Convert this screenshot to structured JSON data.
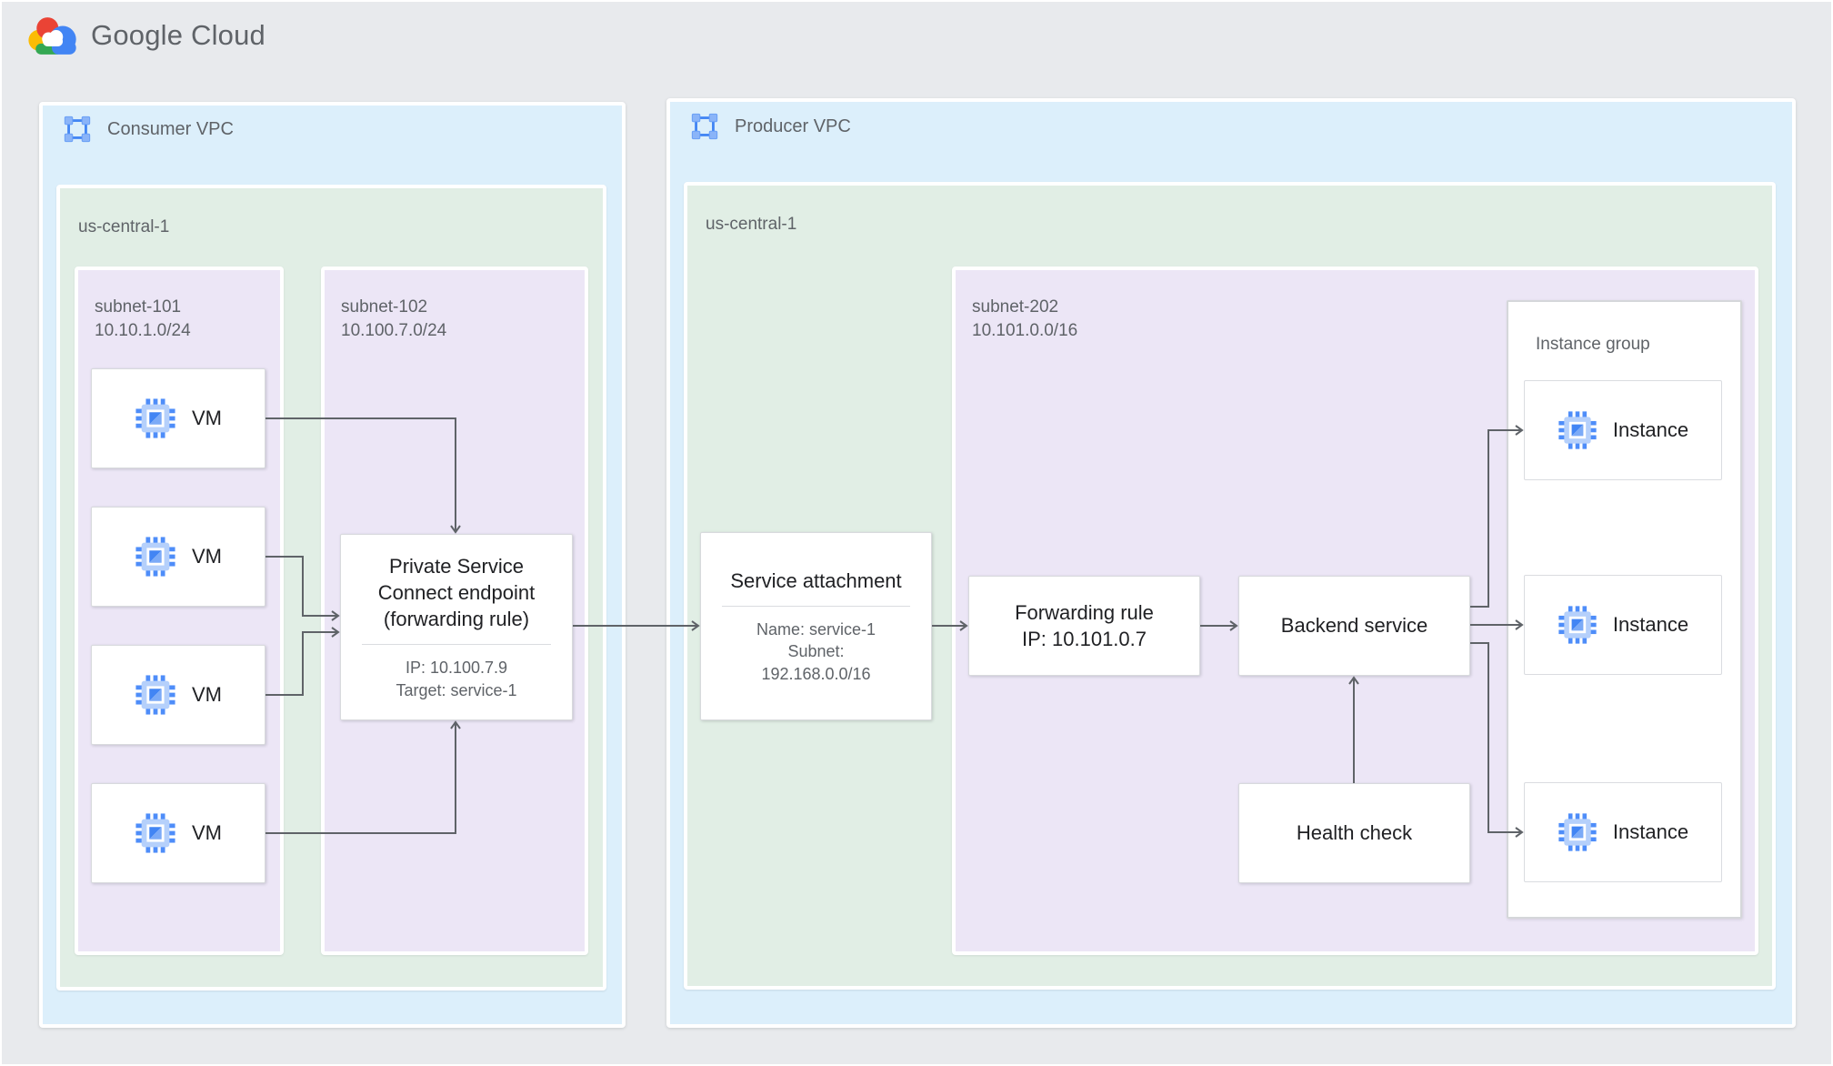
{
  "header": {
    "logo_text": "Google Cloud"
  },
  "consumer_vpc": {
    "label": "Consumer VPC",
    "region": {
      "label": "us-central-1"
    },
    "subnet_101": {
      "label": "subnet-101\n10.10.1.0/24"
    },
    "subnet_102": {
      "label": "subnet-102\n10.100.7.0/24"
    },
    "vms": [
      {
        "label": "VM"
      },
      {
        "label": "VM"
      },
      {
        "label": "VM"
      },
      {
        "label": "VM"
      }
    ],
    "psc_endpoint": {
      "title": "Private Service Connect endpoint (forwarding rule)",
      "ip": "IP: 10.100.7.9",
      "target": "Target: service-1"
    }
  },
  "producer_vpc": {
    "label": "Producer VPC",
    "region": {
      "label": "us-central-1"
    },
    "subnet_202": {
      "label": "subnet-202\n10.101.0.0/16"
    },
    "service_attachment": {
      "title": "Service attachment",
      "detail_name": "Name: service-1",
      "detail_subnet": "Subnet: 192.168.0.0/16"
    },
    "forwarding_rule": {
      "title": "Forwarding rule",
      "ip": "IP: 10.101.0.7"
    },
    "backend_service": {
      "title": "Backend service"
    },
    "health_check": {
      "title": "Health check"
    },
    "instance_group": {
      "label": "Instance group",
      "instances": [
        {
          "label": "Instance"
        },
        {
          "label": "Instance"
        },
        {
          "label": "Instance"
        }
      ]
    }
  },
  "colors": {
    "page_bg": "#E8EAED",
    "vpc_bg": "#DCEFFB",
    "region_bg": "#E1EEE5",
    "subnet_bg": "#ECE6F6",
    "connector": "#5F6368",
    "text_dark": "#202124",
    "text_gray": "#5F6368",
    "google_blue": "#4285F4",
    "google_red": "#EA4335",
    "google_yellow": "#FBBC05",
    "google_green": "#34A853"
  }
}
